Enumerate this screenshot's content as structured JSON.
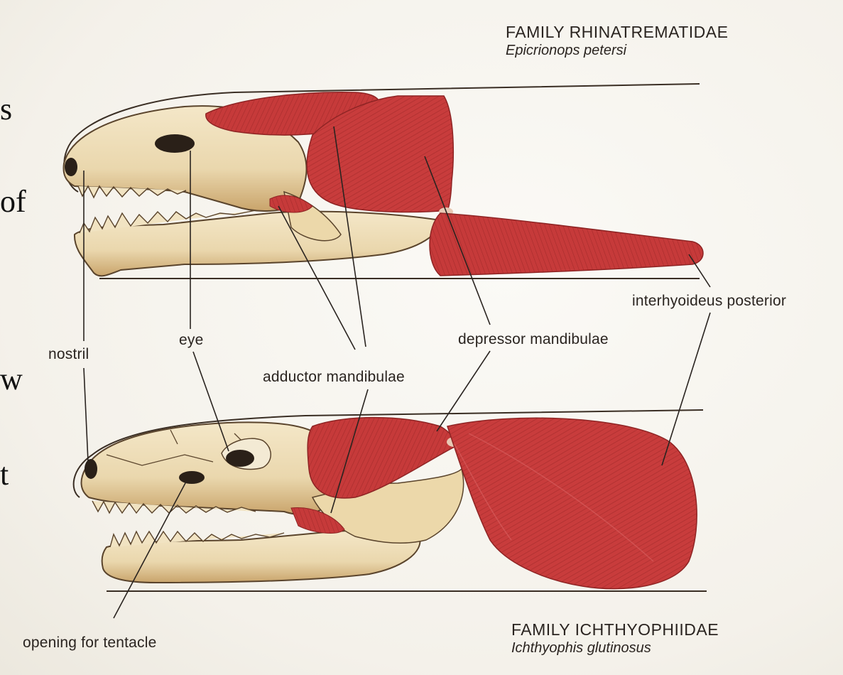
{
  "top_family": {
    "name": "FAMILY RHINATREMATIDAE",
    "species": "Epicrionops petersi"
  },
  "bottom_family": {
    "name": "FAMILY ICHTHYOPHIIDAE",
    "species": "Ichthyophis glutinosus"
  },
  "labels": {
    "interhyoideus": "interhyoideus posterior",
    "depressor": "depressor mandibulae",
    "eye": "eye",
    "nostril": "nostril",
    "adductor": "adductor mandibulae",
    "tentacle": "opening for tentacle"
  },
  "edge_text": [
    "s",
    "of",
    "w",
    "t"
  ],
  "colors": {
    "bone": "#efe0bd",
    "bone_shade": "#c9a46b",
    "muscle": "#c63a3a",
    "muscle_dark": "#9e2a2a",
    "line": "#2a2420"
  }
}
